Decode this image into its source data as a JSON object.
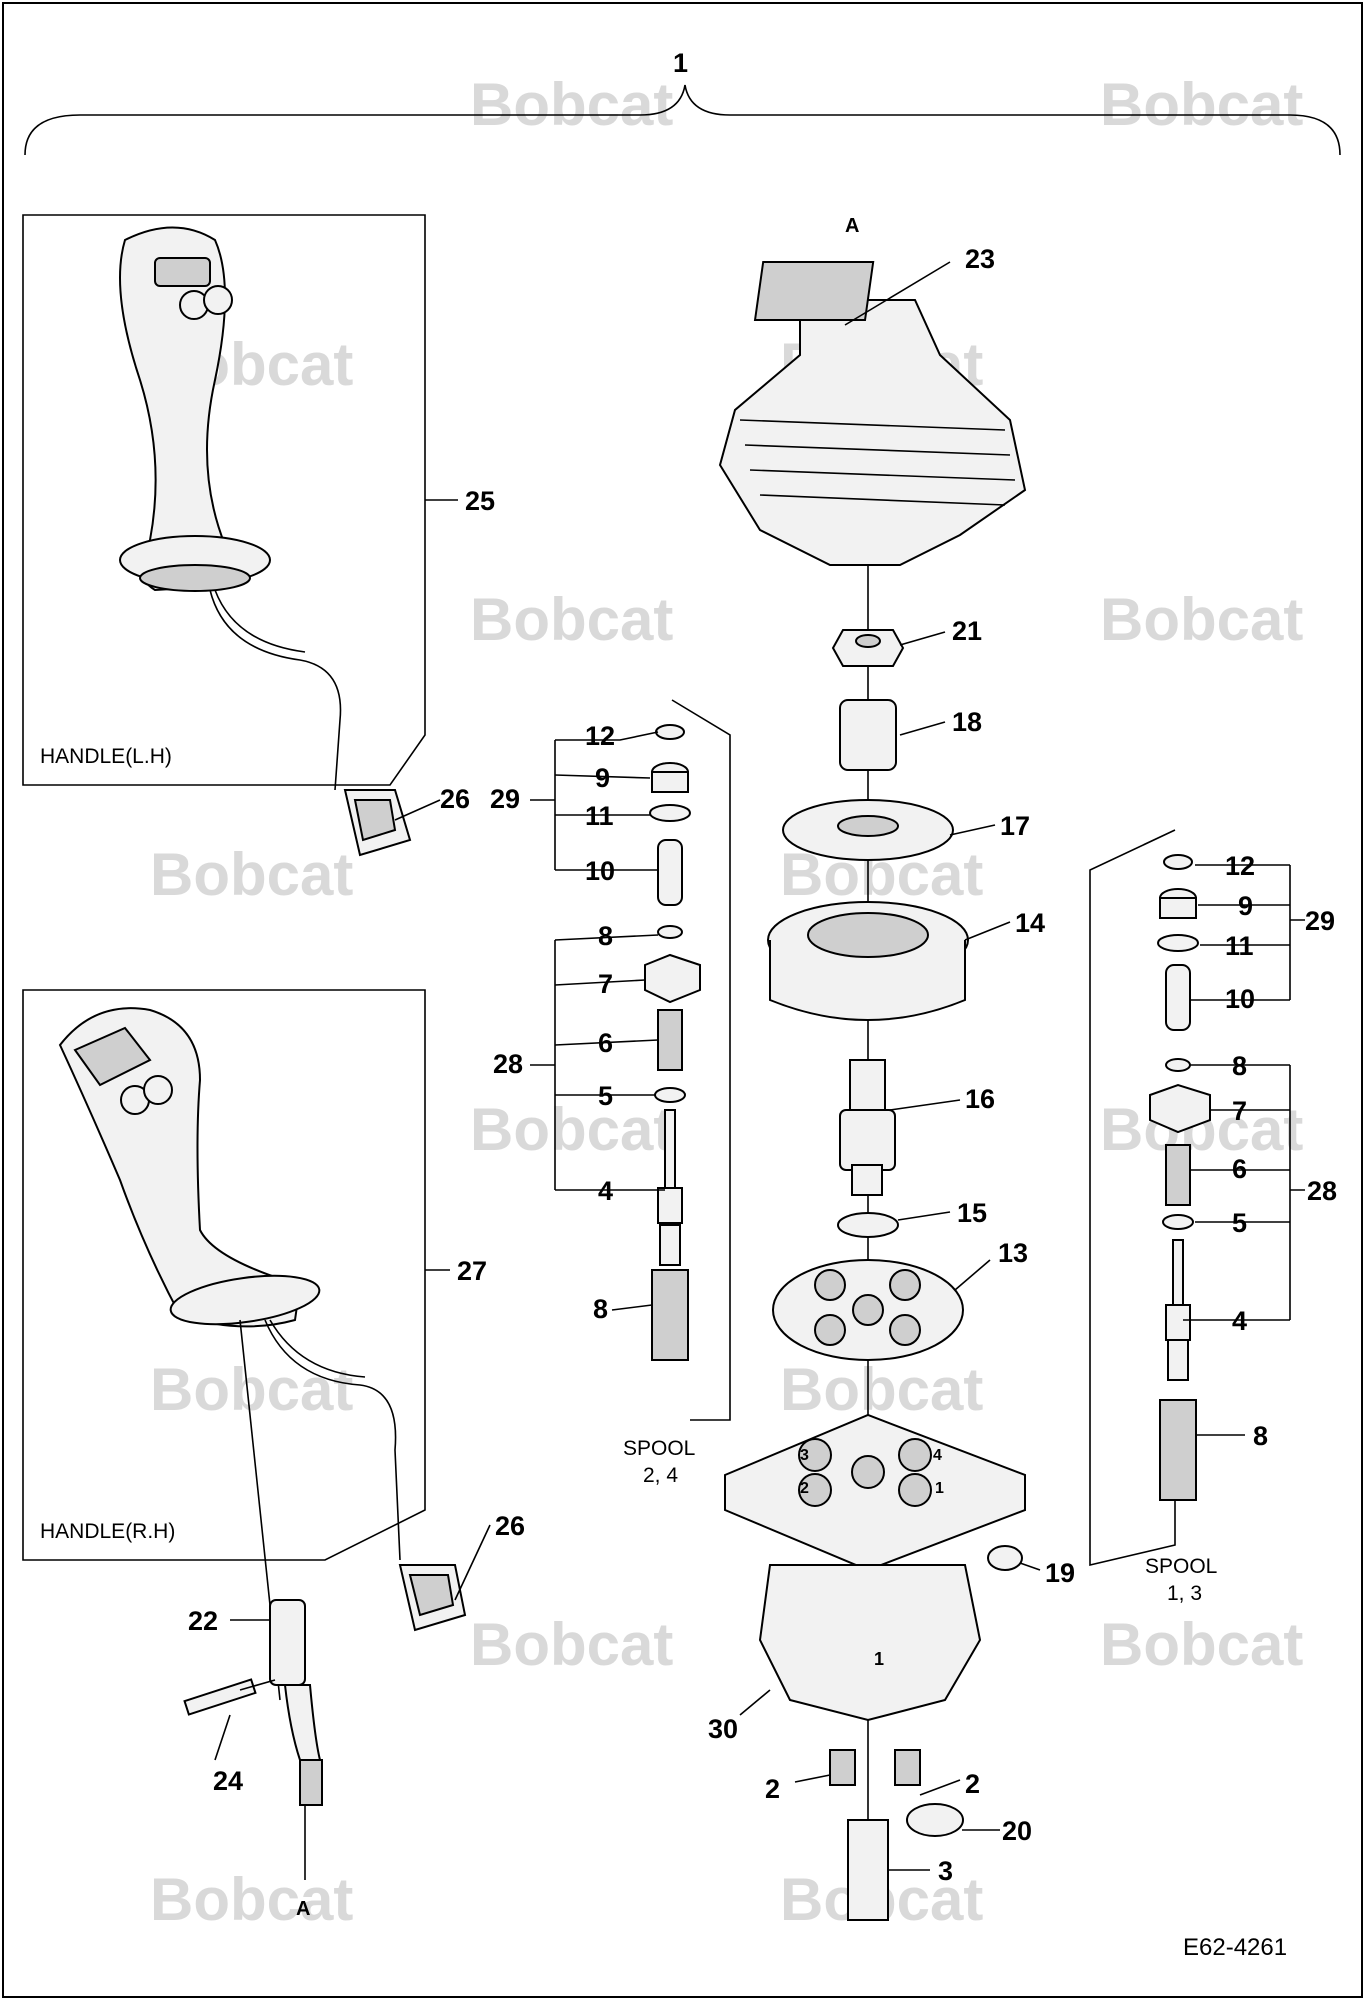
{
  "assembly_number": "1",
  "view_marker": "A",
  "figure_code": "E62-4261",
  "watermark": "Bobcat",
  "handles": {
    "left_label": "HANDLE(L.H)",
    "right_label": "HANDLE(R.H)"
  },
  "spools": {
    "left_title": "SPOOL",
    "left_numbers": "2, 4",
    "right_title": "SPOOL",
    "right_numbers": "1, 3"
  },
  "port_numbers": [
    "3",
    "4",
    "2",
    "1"
  ],
  "body_number": "1",
  "callouts": {
    "c2": "2",
    "c3": "3",
    "c4": "4",
    "c5": "5",
    "c6": "6",
    "c7": "7",
    "c8": "8",
    "c9": "9",
    "c10": "10",
    "c11": "11",
    "c12": "12",
    "c13": "13",
    "c14": "14",
    "c15": "15",
    "c16": "16",
    "c17": "17",
    "c18": "18",
    "c19": "19",
    "c20": "20",
    "c21": "21",
    "c22": "22",
    "c23": "23",
    "c24": "24",
    "c25": "25",
    "c26": "26",
    "c27": "27",
    "c28": "28",
    "c29": "29",
    "c30": "30"
  }
}
